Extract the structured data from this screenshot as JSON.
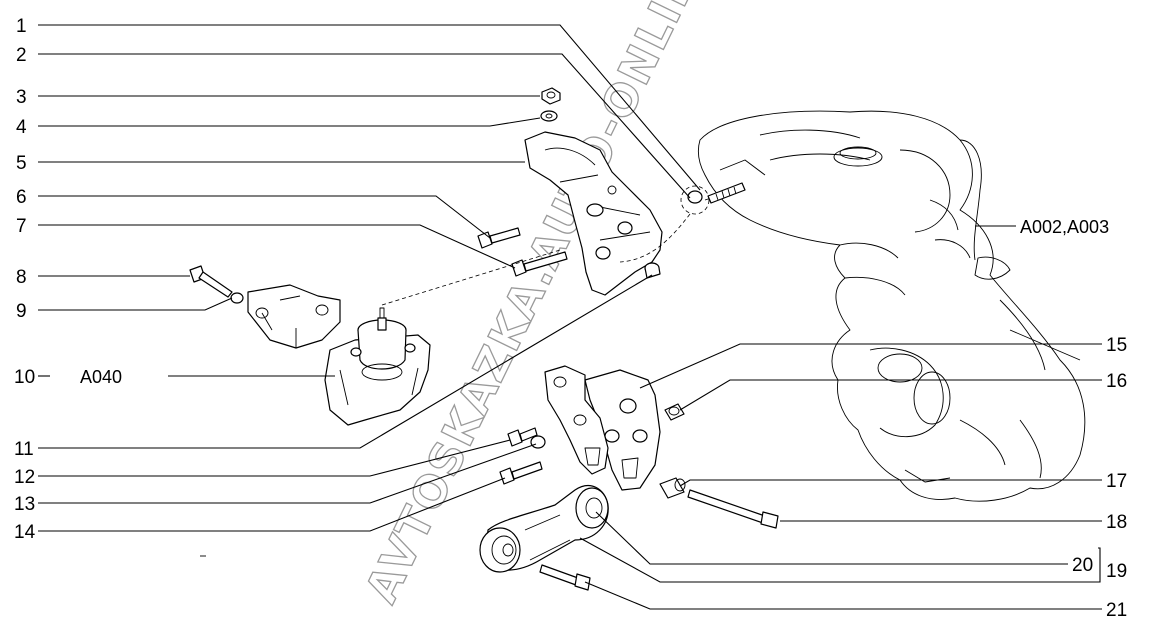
{
  "callouts": [
    {
      "id": "1",
      "text": "1"
    },
    {
      "id": "2",
      "text": "2"
    },
    {
      "id": "3",
      "text": "3"
    },
    {
      "id": "4",
      "text": "4"
    },
    {
      "id": "5",
      "text": "5"
    },
    {
      "id": "6",
      "text": "6"
    },
    {
      "id": "7",
      "text": "7"
    },
    {
      "id": "8",
      "text": "8"
    },
    {
      "id": "9",
      "text": "9"
    },
    {
      "id": "10",
      "text": "10"
    },
    {
      "id": "11",
      "text": "11"
    },
    {
      "id": "12",
      "text": "12"
    },
    {
      "id": "13",
      "text": "13"
    },
    {
      "id": "14",
      "text": "14"
    },
    {
      "id": "15",
      "text": "15"
    },
    {
      "id": "16",
      "text": "16"
    },
    {
      "id": "17",
      "text": "17"
    },
    {
      "id": "18",
      "text": "18"
    },
    {
      "id": "19",
      "text": "19"
    },
    {
      "id": "20",
      "text": "20"
    },
    {
      "id": "21",
      "text": "21"
    }
  ],
  "references": {
    "engine": "A002,A003",
    "mount_10": "A040"
  },
  "watermark": "AVTOSKAZKA.AUTO-ONLINE"
}
